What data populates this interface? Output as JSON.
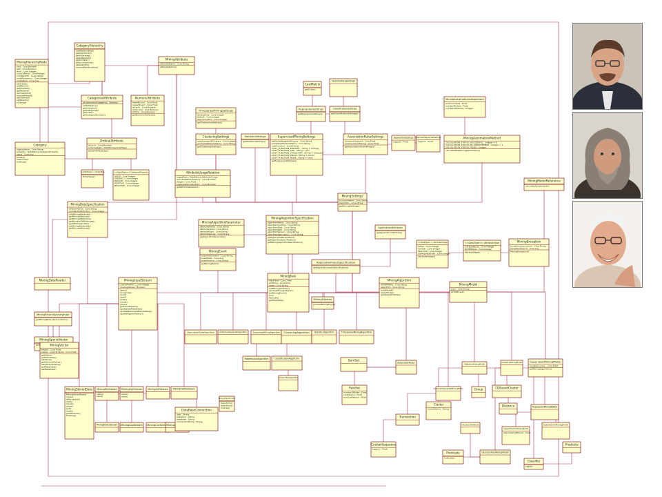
{
  "diagram": {
    "classes": [
      {
        "id": "mining_attribute",
        "name": "MiningAttribute",
        "attrs": [
          "attributeName : Core.String"
        ],
        "ops": [
          "attributeName()"
        ]
      },
      {
        "id": "category_hierarchy",
        "name": "CategoryHierarchy",
        "attrs": [],
        "ops": [
          "addRelationship()",
          "getAllChildren()",
          "getAllLeaves()",
          "getAllParents()",
          "getChildren()",
          "getLocalLeaves()",
          "isRelatedTo()",
          "removeRelationship()"
        ]
      },
      {
        "id": "mining_hierarchy_node",
        "name": "MiningHierarchyNode",
        "attrs": [
          "root : Core.Boolean",
          "leaf : Core.Boolean",
          "level : Core.Integer",
          "numChildren : Core.Integer",
          "numParents : Core.Integer",
          "nodeFrequency : Core.Integer",
          "nodeValue : Core.Any"
        ],
        "ops": [
          "addChild()",
          "addParent()",
          "getChildren()",
          "getParents()",
          "removeChild()",
          "removeParent()",
          "setChildren()",
          "setParents()",
          "toString()"
        ]
      },
      {
        "id": "categorical_attribute",
        "name": "CategoricalAttribute",
        "attrs": [
          "isUnboundedCategories : Boolean"
        ],
        "ops": [
          "addCategory()",
          "getCategory()",
          "getCategories()",
          "getIndex()",
          "getCategoryNumber()"
        ]
      },
      {
        "id": "numeric_attribute",
        "name": "NumericAttribute",
        "attrs": [
          "lowerBound : Core.Float",
          "upperBound : Core.Float",
          "isCyclic : Core.Boolean",
          "isDiscrete : Core.Boolean",
          "isTime : Core.Boolean"
        ],
        "ops": [
          "getNumericAttribute()"
        ]
      },
      {
        "id": "category",
        "name": "Category",
        "attrs": [
          "displayValue : Core.String",
          "property : DataMining.CategoryProperty",
          "value : Core.Any"
        ],
        "ops": [
          "equals()",
          "hashCode()",
          "toString()"
        ]
      },
      {
        "id": "ordinal_attribute",
        "name": "OrdinalAttribute",
        "attrs": [
          "isCyclic : Core.Boolean",
          "orderingType : DataMining.OrderType"
        ],
        "ops": [
          "isOrdinalAttribute()"
        ]
      },
      {
        "id": "order_type",
        "name": "<<DataType>> OrderType",
        "attrs": [],
        "ops": [
          "OrderType()"
        ]
      },
      {
        "id": "category_property",
        "name": "<<DataType>> CategoryProperty",
        "attrs": [
          "VALID : Core.Integer",
          "MISSING : Core.Integer",
          "INVALID : Core.Integer",
          "POSITIVE : Core.Integer",
          "NEGATIVE : Core.Integer"
        ],
        "ops": []
      },
      {
        "id": "time_series_settings",
        "name": "TimeSeriesMiningSettings",
        "attrs": [
          "windowSize : Core.Integer",
          "default : Core.Integer",
          "approximation : Core.Integer"
        ],
        "ops": [
          "getTimeSeriesSettings()"
        ]
      },
      {
        "id": "clustering_settings",
        "name": "ClusteringSettings",
        "attrs": [
          "maxNumberOfClusters : Core.Integer",
          "clusterIdAttributeName : Core.String"
        ],
        "ops": [
          "getClusteringSettings()"
        ]
      },
      {
        "id": "statistics_settings",
        "name": "StatisticsSettings",
        "attrs": [],
        "ops": [
          "getStatisticsSettings()"
        ]
      },
      {
        "id": "costs",
        "name": "CostMatrix",
        "attrs": [],
        "ops": [
          "getCosts()"
        ]
      },
      {
        "id": "decision_tree_settings",
        "name": "DecisionTreeSettings",
        "attrs": [],
        "ops": []
      },
      {
        "id": "regression_settings",
        "name": "RegressionSettings",
        "attrs": [],
        "ops": [
          "getRegressionSettings()"
        ]
      },
      {
        "id": "classification_settings",
        "name": "ClassificationSettings",
        "attrs": [],
        "ops": [
          "getClassificationSettings()"
        ]
      },
      {
        "id": "supervised_settings",
        "name": "SupervisedMiningSettings",
        "attrs": [
          "attributeWeightsAttribute : Core.String",
          "predictedAttributeName : Core.String",
          "costFunction : Core.String",
          "COST_FUNCTION_ENTROPY : String = entropy",
          "COST_FUNCTION_GINI : String = gini",
          "COST_FUNCTION_CHISQUARE : String = chisquare",
          "COST_FUNCTION_PMOM : String = pmom",
          "COST_FUNCTION_NONE : String = none"
        ],
        "ops": [
          "getSupervisedSettings()"
        ]
      },
      {
        "id": "association_rules_settings",
        "name": "AssociationRulesSettings",
        "attrs": [
          "minimumSupport : Core.Float",
          "minimumConfidence : Core.Float"
        ],
        "ops": [
          "getAssociationRuleSettings()"
        ]
      },
      {
        "id": "sequential_settings",
        "name": "SequentialSettings",
        "attrs": [
          "support : Float"
        ],
        "ops": []
      },
      {
        "id": "customer_settings",
        "name": "CustomerSequentialSettings",
        "attrs": [
          "support : Float"
        ],
        "ops": []
      },
      {
        "id": "automation_assignment",
        "name": "MiningAutomationAssignment",
        "attrs": [
          "minimumSplit : Float",
          "numberModels : Float",
          "numberAttributes : Integer"
        ],
        "ops": []
      },
      {
        "id": "automation_method",
        "name": "MiningAutomationMethod",
        "attrs": [
          "CALCULATION_STATUS_SUCCESSFUL : Integer = 0",
          "CALCULATION_STATUS_NO_IMPROVEMENT : Integer = 1",
          "CALCULATION_STATUS_FAILED : Integer"
        ],
        "ops": [
          "calculateNextMiningParameters()"
        ]
      },
      {
        "id": "attribute_usage_relation",
        "name": "AttributeUsageRelation",
        "attrs": [
          "usageType : DataMining.AttributeUsage",
          "includedAttributesOnly : Core.Boolean",
          "weight : Core.Float",
          "suppressNormalization : Core.Boolean"
        ],
        "ops": [
          "getAttributeRelation()"
        ]
      },
      {
        "id": "mining_settings",
        "name": "MiningSettings",
        "attrs": [
          "functionName : Core.String",
          "algorithm : Core.String"
        ],
        "ops": [
          "getMiningSettings()"
        ]
      },
      {
        "id": "mining_data_specification",
        "name": "MiningDataSpecification",
        "attrs": [
          "relationName : Core.String",
          "numberOfAttributes : Core.Integer"
        ],
        "ops": [
          "addMiningAttribute()",
          "getMiningAttribute()",
          "getMiningAttributes()",
          "getNumberOfAttributes()",
          "getAttributeIndex()",
          "setMiningAttributes()",
          "getMiningAttribute()"
        ]
      },
      {
        "id": "algorithm_parameter",
        "name": "MiningAlgorithmParameter",
        "attrs": [
          "attributeName : Core.String",
          "attributeValue : Core.String",
          "attributeType : Core.String",
          "attributeRange : Core.String"
        ],
        "ops": [
          "getAlgorithmParameter()"
        ]
      },
      {
        "id": "algorithm_specification",
        "name": "MiningAlgorithmSpecification",
        "attrs": [
          "algorithmName : Core.String",
          "algorithmFunction : Core.String",
          "algorithmType : Core.String",
          "algorithmPath : Core.String",
          "algorithmVersion : Core.String",
          "algorithmDescription : Core.String"
        ],
        "ops": [
          "getAlgorithmParameters()",
          "getAlgorithmSpecification()",
          "getMiningAlgorithmSpecification()"
        ]
      },
      {
        "id": "mining_event",
        "name": "MiningEvent",
        "attrs": [
          "eventDescription : Core.String",
          "eventDate : Core.Any",
          "eventSource : Core.String"
        ],
        "ops": [
          "getMiningEvent()"
        ]
      },
      {
        "id": "application_attribute",
        "name": "ApplicationAttribute",
        "attrs": [],
        "ops": [
          "getApplicationAttribute()"
        ]
      },
      {
        "id": "application_input_specification",
        "name": "ApplicationInputSpecification",
        "attrs": [],
        "ops": [
          "getApplicationInputSpecification()"
        ]
      },
      {
        "id": "attribute_usage",
        "name": "<<DataType>> AttributeUsage",
        "attrs": [
          "active : Core.Integer",
          "ACTIVE : Core.Integer",
          "INACTIVE : Core.Integer",
          "SUPPLEMENTARY : Core.Integer"
        ],
        "ops": [
          "AttributeUsage()"
        ]
      },
      {
        "id": "attribute_type",
        "name": "<<DataType>> AttributeType",
        "attrs": [
          "CATEGORICAL : Core.Integer",
          "NUMERICAL : Core.Integer"
        ],
        "ops": [
          "AttributeType()"
        ]
      },
      {
        "id": "mining_exception",
        "name": "MiningException",
        "attrs": [
          "exceptionDescription : Core.String",
          "exceptionSource : Core.Any"
        ],
        "ops": [
          "MiningException()"
        ]
      },
      {
        "id": "model_reference",
        "name": "MiningModelReference",
        "attrs": [],
        "ops": [
          "calculateAssessment()"
        ]
      },
      {
        "id": "mining_data_reader",
        "name": "MiningDataReader",
        "attrs": [],
        "ops": []
      },
      {
        "id": "mining_input_stream",
        "name": "MiningInputStream",
        "attrs": [
          "cursorPosition : Core.Integer",
          "missingValues : Boolean"
        ],
        "ops": [
          "open()",
          "recognize()",
          "read()",
          "next()",
          "reset()",
          "move()",
          "close()",
          "getInputStream()",
          "updateSetMetaData()",
          "updateRemoveAttributeValue()",
          "updateAppendVector()"
        ]
      },
      {
        "id": "mining_task",
        "name": "MiningTask",
        "attrs": [
          "startTime : Core.Time",
          "endTime : Core.Time",
          "state : Core.String"
        ],
        "ops": [
          "addMiningListener()",
          "removeMiningListener()",
          "fireMiningEvent()",
          "run()",
          "execute()",
          "getTaskState()"
        ]
      },
      {
        "id": "mining_algorithm",
        "name": "MiningAlgorithm",
        "attrs": [
          "modelName : Core.String",
          "algorithm : Core.String"
        ],
        "ops": [
          "buildModel()",
          "applyModel()",
          "getApplyAttribute()"
        ]
      },
      {
        "id": "mining_model",
        "name": "MiningModel",
        "attrs": [
          "type : Core.String"
        ],
        "ops": [
          "writeModel()"
        ]
      },
      {
        "id": "supervised_mining_model",
        "name": "SupervisedMiningModel",
        "attrs": [
          "modelAccuracy : Core.Float"
        ],
        "ops": [
          "getMiningAlgorithm()"
        ]
      },
      {
        "id": "mining_binary_sparse_vector",
        "name": "MiningBinarySparseVector",
        "attrs": [],
        "ops": [
          "getMiningBinarySparseVector()"
        ]
      },
      {
        "id": "mining_sparse_vector",
        "name": "MiningSparseVector",
        "attrs": [],
        "ops": [
          "getMiningSparseVector()"
        ]
      },
      {
        "id": "mining_vector",
        "name": "MiningVector",
        "attrs": [
          "weight : Core.Float",
          "values : Logical.Value : Core.Float"
        ],
        "ops": [
          "getValue()",
          "getValueMap()",
          "setValue()",
          "getAttributeValue()",
          "setAttributeValue()",
          "getMetaData()",
          "setMetaData()"
        ]
      },
      {
        "id": "association_rules_algorithm",
        "name": "AssociationRulesAlgorithm",
        "attrs": [],
        "ops": []
      },
      {
        "id": "customer_sequential_algorithm",
        "name": "CustomerSequentialAlgorithm",
        "attrs": [],
        "ops": []
      },
      {
        "id": "supervised_mining_algorithm",
        "name": "SupervisedMiningAlgorithm",
        "attrs": [],
        "ops": []
      },
      {
        "id": "clustering_algorithm",
        "name": "ClusteringAlgorithm",
        "attrs": [],
        "ops": []
      },
      {
        "id": "statistics_algorithm",
        "name": "StatisticsAlgorithm",
        "attrs": [],
        "ops": []
      },
      {
        "id": "time_series_algorithm",
        "name": "TimeSeriesMiningAlgorithm",
        "attrs": [],
        "ops": []
      },
      {
        "id": "regression_algorithm",
        "name": "RegressionAlgorithm",
        "attrs": [],
        "ops": []
      },
      {
        "id": "classification_algorithm",
        "name": "ClassificationAlgorithm",
        "attrs": [],
        "ops": []
      },
      {
        "id": "decision_tree_algorithm",
        "name": "DecisionTreeAlgorithm",
        "attrs": [],
        "ops": []
      },
      {
        "id": "mining_stored_data",
        "name": "MiningStoredData",
        "attrs": [],
        "ops": [
          "MiningStoredData()",
          "close()",
          "isRecognize()",
          "next()",
          "move()",
          "open()",
          "get()",
          "reset()",
          "getAttribute()",
          "toString()"
        ]
      },
      {
        "id": "mining_file_stream",
        "name": "MiningFileStream",
        "attrs": [],
        "ops": [
          "open()",
          "read()"
        ]
      },
      {
        "id": "mining_sql_stream",
        "name": "MiningSqlStream",
        "attrs": [],
        "ops": [
          "open()",
          "read()"
        ]
      },
      {
        "id": "mining_arff_stream",
        "name": "MiningArffStream",
        "attrs": [],
        "ops": []
      },
      {
        "id": "mining_flat_stream",
        "name": "MiningFlatFileStream",
        "attrs": [],
        "ops": []
      },
      {
        "id": "mining_binary_stream",
        "name": "MiningBinaryStream",
        "attrs": [],
        "ops": []
      },
      {
        "id": "mining_log_stream",
        "name": "MiningLogStream",
        "attrs": [],
        "ops": []
      },
      {
        "id": "mining_csv_stream",
        "name": "MiningCsvStream",
        "attrs": [],
        "ops": []
      },
      {
        "id": "mining_xml_stream",
        "name": "MiningXmlStream",
        "attrs": [],
        "ops": []
      },
      {
        "id": "database_connection",
        "name": "DataBaseConnection",
        "attrs": [
          "user : String",
          "password : String",
          "database : String",
          "connectionString : String"
        ],
        "ops": []
      },
      {
        "id": "mining_transformer",
        "name": "MiningTransformer",
        "attrs": [],
        "ops": [
          "transform()",
          "transform()",
          "inverse()"
        ]
      },
      {
        "id": "mining_listener",
        "name": "MiningListener",
        "attrs": [],
        "ops": [
          "processMiningEvent()"
        ]
      },
      {
        "id": "ruleset",
        "name": "RuleSet",
        "attrs": [
          "numberOfRules : Float",
          "confidence : Float",
          "minConfidence : Float"
        ],
        "ops": []
      },
      {
        "id": "itemset",
        "name": "ItemSet",
        "attrs": [],
        "ops": []
      },
      {
        "id": "custom_sequence",
        "name": "CustomSequence",
        "attrs": [
          "support : Float"
        ],
        "ops": []
      },
      {
        "id": "association_rules",
        "name": "AssociationRules",
        "attrs": [],
        "ops": []
      },
      {
        "id": "transaction",
        "name": "Transaction",
        "attrs": [],
        "ops": []
      },
      {
        "id": "sequential_model",
        "name": "CustomerSequentialMiningModel",
        "attrs": [],
        "ops": []
      },
      {
        "id": "cluster",
        "name": "Cluster",
        "attrs": [
          "clusterName : String"
        ],
        "ops": []
      },
      {
        "id": "statistics_model",
        "name": "StatisticsMiningModel",
        "attrs": [],
        "ops": []
      },
      {
        "id": "clustering_model",
        "name": "ClusteringMiningModel",
        "attrs": [],
        "ops": []
      },
      {
        "id": "group",
        "name": "Group",
        "attrs": [],
        "ops": []
      },
      {
        "id": "cd_cluster",
        "name": "CDBasedCluster",
        "attrs": [],
        "ops": []
      },
      {
        "id": "distance",
        "name": "Distance",
        "attrs": [],
        "ops": []
      },
      {
        "id": "decision_tree_node",
        "name": "DecisionTreeNode",
        "attrs": [],
        "ops": []
      },
      {
        "id": "support_vector",
        "name": "SupportVectorMiningModel",
        "attrs": [
          "absoluteCoefficient : Float"
        ],
        "ops": []
      },
      {
        "id": "regression_model",
        "name": "RegressionMiningModel",
        "attrs": [],
        "ops": []
      },
      {
        "id": "sparse_grid",
        "name": "SparseGridsMiningModel",
        "attrs": [],
        "ops": []
      },
      {
        "id": "predicate",
        "name": "Predicate",
        "attrs": [],
        "ops": [
          "evaluate()"
        ]
      },
      {
        "id": "decision_tree_model",
        "name": "DecisionTreeMiningModel",
        "attrs": [],
        "ops": []
      },
      {
        "id": "classifier",
        "name": "Classifier",
        "attrs": [],
        "ops": [
          "apply()"
        ]
      },
      {
        "id": "predictor",
        "name": "Predictor",
        "attrs": [],
        "ops": []
      }
    ]
  },
  "photos": [
    {
      "id": "portrait-1",
      "icon": "portrait-icon"
    },
    {
      "id": "portrait-2",
      "icon": "portrait-icon"
    },
    {
      "id": "portrait-3",
      "icon": "portrait-icon"
    }
  ],
  "colors": {
    "class_fill": "#ffffcc",
    "class_border": "#8b1a2b",
    "link": "#a8324a",
    "label": "#222222"
  }
}
